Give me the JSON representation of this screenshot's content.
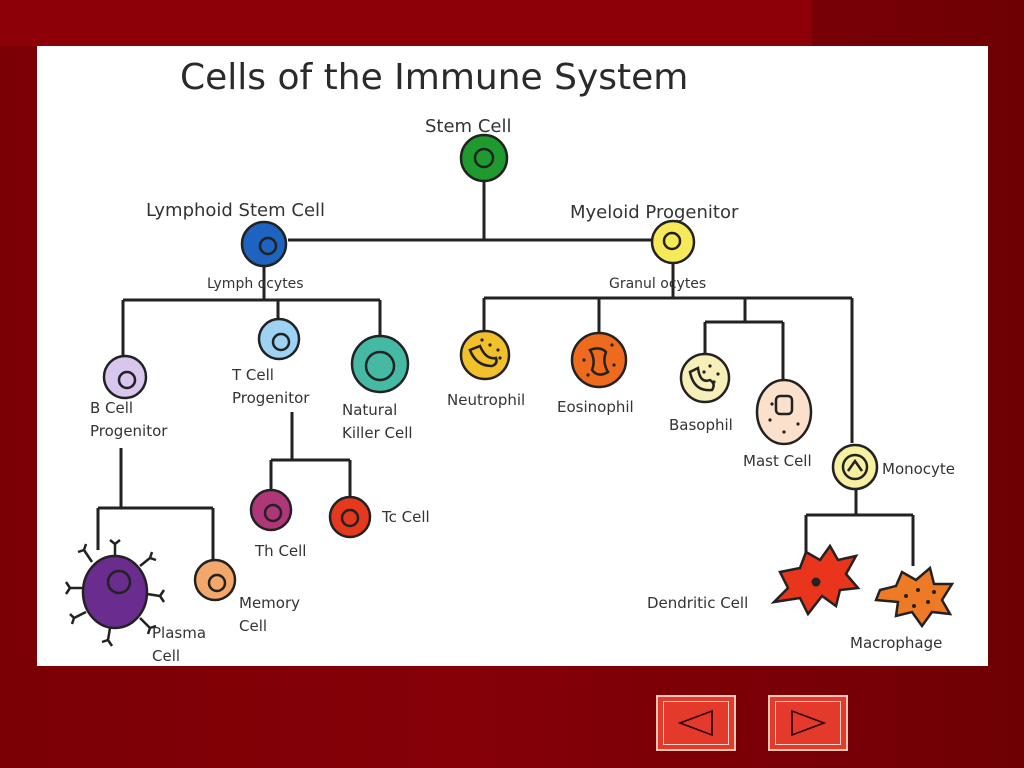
{
  "title": "Cells of the Immune System",
  "nodes": {
    "stem_cell": "Stem Cell",
    "lymphoid_stem_cell": "Lymphoid Stem Cell",
    "myeloid_progenitor": "Myeloid Progenitor",
    "lymphocytes": "Lymph ocytes",
    "granulocytes": "Granul ocytes",
    "b_cell_progenitor": [
      "B Cell",
      "Progenitor"
    ],
    "t_cell_progenitor": [
      "T Cell",
      "Progenitor"
    ],
    "natural_killer_cell": [
      "Natural",
      "Killer Cell"
    ],
    "neutrophil": "Neutrophil",
    "eosinophil": "Eosinophil",
    "basophil": "Basophil",
    "mast_cell": "Mast Cell",
    "monocyte": "Monocyte",
    "th_cell": "Th Cell",
    "tc_cell": "Tc Cell",
    "plasma_cell": [
      "Plasma",
      "Cell"
    ],
    "memory_cell": [
      "Memory",
      "Cell"
    ],
    "dendritic_cell": "Dendritic Cell",
    "macrophage": "Macrophage"
  },
  "colors": {
    "stem": "#1f9a2e",
    "lymphoid": "#1f63c0",
    "myeloid": "#f6ea5a",
    "b_progenitor": "#d8c6ef",
    "t_progenitor": "#9ed2f2",
    "nk": "#45b9a4",
    "neutrophil": "#f1c02a",
    "eosinophil": "#ee6a1c",
    "basophil": "#f6f0b8",
    "mast": "#fbe1cc",
    "monocyte": "#f6f0a0",
    "th": "#b0367a",
    "tc": "#e5381c",
    "plasma": "#6a2c8e",
    "memory": "#f4a76a",
    "dendritic": "#e8351c",
    "macrophage": "#ee7a26"
  },
  "nav": {
    "previous_icon": "triangle-left-icon",
    "next_icon": "triangle-right-icon"
  }
}
